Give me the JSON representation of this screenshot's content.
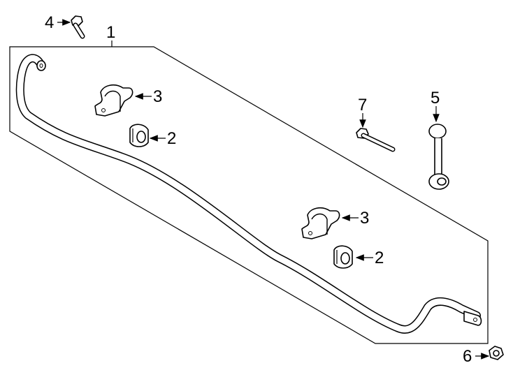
{
  "diagram": {
    "callouts": [
      {
        "id": "stabilizer-bar",
        "label": "1"
      },
      {
        "id": "bushing-upper",
        "label": "2"
      },
      {
        "id": "bushing-lower",
        "label": "2"
      },
      {
        "id": "bracket-upper",
        "label": "3"
      },
      {
        "id": "bracket-lower",
        "label": "3"
      },
      {
        "id": "bolt",
        "label": "4"
      },
      {
        "id": "link",
        "label": "5"
      },
      {
        "id": "nut",
        "label": "6"
      },
      {
        "id": "link-bolt",
        "label": "7"
      }
    ]
  }
}
